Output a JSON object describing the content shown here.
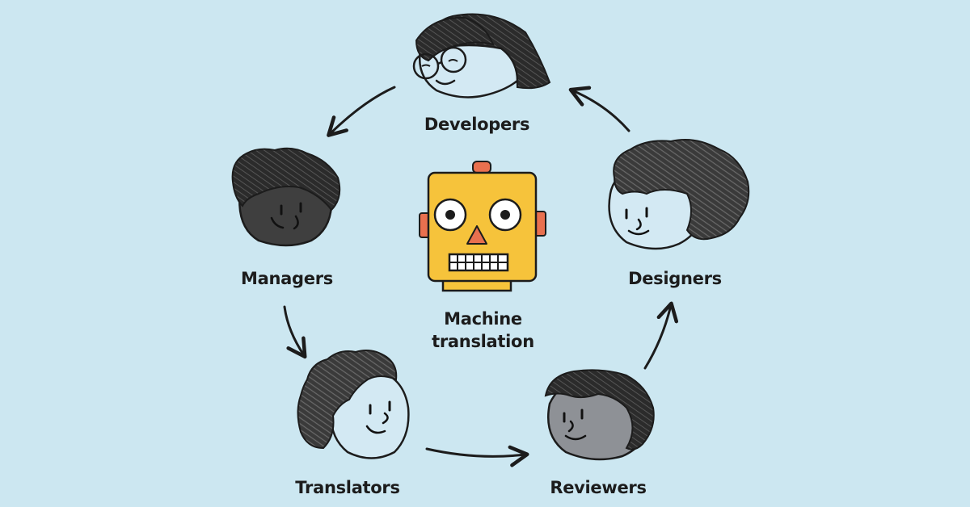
{
  "nodes": {
    "developers": "Developers",
    "designers": "Designers",
    "reviewers": "Reviewers",
    "translators": "Translators",
    "managers": "Managers"
  },
  "center": {
    "line1": "Machine",
    "line2": "translation"
  },
  "colors": {
    "background": "#cce7f1",
    "robot": "#f6c33b",
    "robot_accent": "#e8704f",
    "dark_hair": "#2a2a2a",
    "dark_skin": "#3f3f3f",
    "grey_skin": "#8e9196",
    "light_skin": "#d3e9f3"
  }
}
